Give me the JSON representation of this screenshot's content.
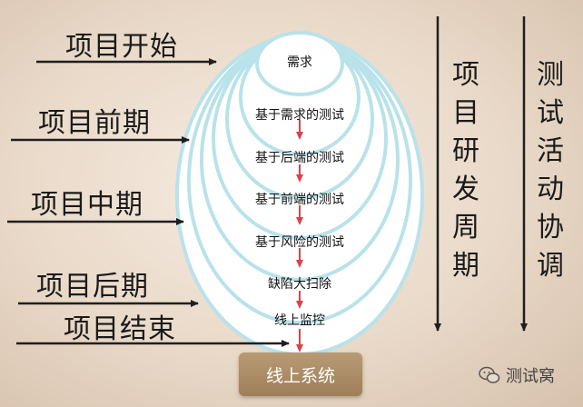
{
  "phases": [
    "项目开始",
    "项目前期",
    "项目中期",
    "项目后期",
    "项目结束"
  ],
  "layers": [
    "需求",
    "基于需求的测试",
    "基于后端的测试",
    "基于前端的测试",
    "基于风险的测试",
    "缺陷大扫除",
    "线上监控"
  ],
  "vertical_labels": {
    "dev_cycle": "项目研发周期",
    "test_coordination": "测试活动协调"
  },
  "system_box": "线上系统",
  "watermark": "测试窝",
  "colors": {
    "arrow": "#d9434c",
    "ellipse_fill": "#ffffff",
    "ellipse_outline": "#b9e2ea",
    "system_box": "#a8875f"
  }
}
